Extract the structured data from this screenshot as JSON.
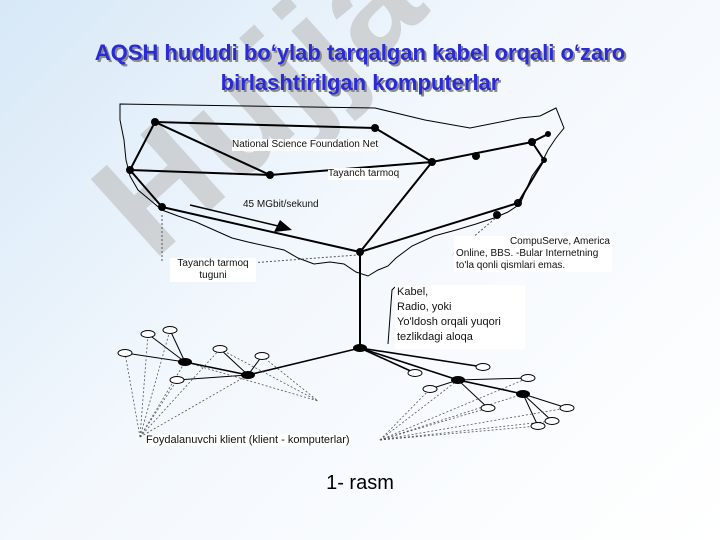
{
  "title": {
    "line1": "AQSH hududi bo‘ylab tarqalgan kabel orqali o‘zaro",
    "line2": "birlashtirilgan komputerlar"
  },
  "watermark": {
    "text": "Hujjat",
    "accent": "24"
  },
  "labels": {
    "nsf": "National Science Foundation    Net",
    "backbone": "Tayanch tarmoq",
    "speed": "45 MGbit/sekund",
    "backbone_node_line1": "Tayanch tarmoq",
    "backbone_node_line2": "tuguni",
    "services_line1": "CompuServe,       America",
    "services_line2": "Online,  BBS.  -Bular  Internetning",
    "services_line3": "to'la qonli qismlari emas.",
    "link_line1": "Kabel,",
    "link_line2": "Radio, yoki",
    "link_line3": "Yo'ldosh orqali yuqori",
    "link_line4": "tezlikdagi aloqa",
    "clients": "Foydalanuvchi klient (klient - komputerlar)"
  },
  "caption": "1- rasm",
  "colors": {
    "title": "#2a2ad6",
    "watermark": "#b9b9b9",
    "watermark_accent": "#c15fd2",
    "lines": "#000000"
  }
}
